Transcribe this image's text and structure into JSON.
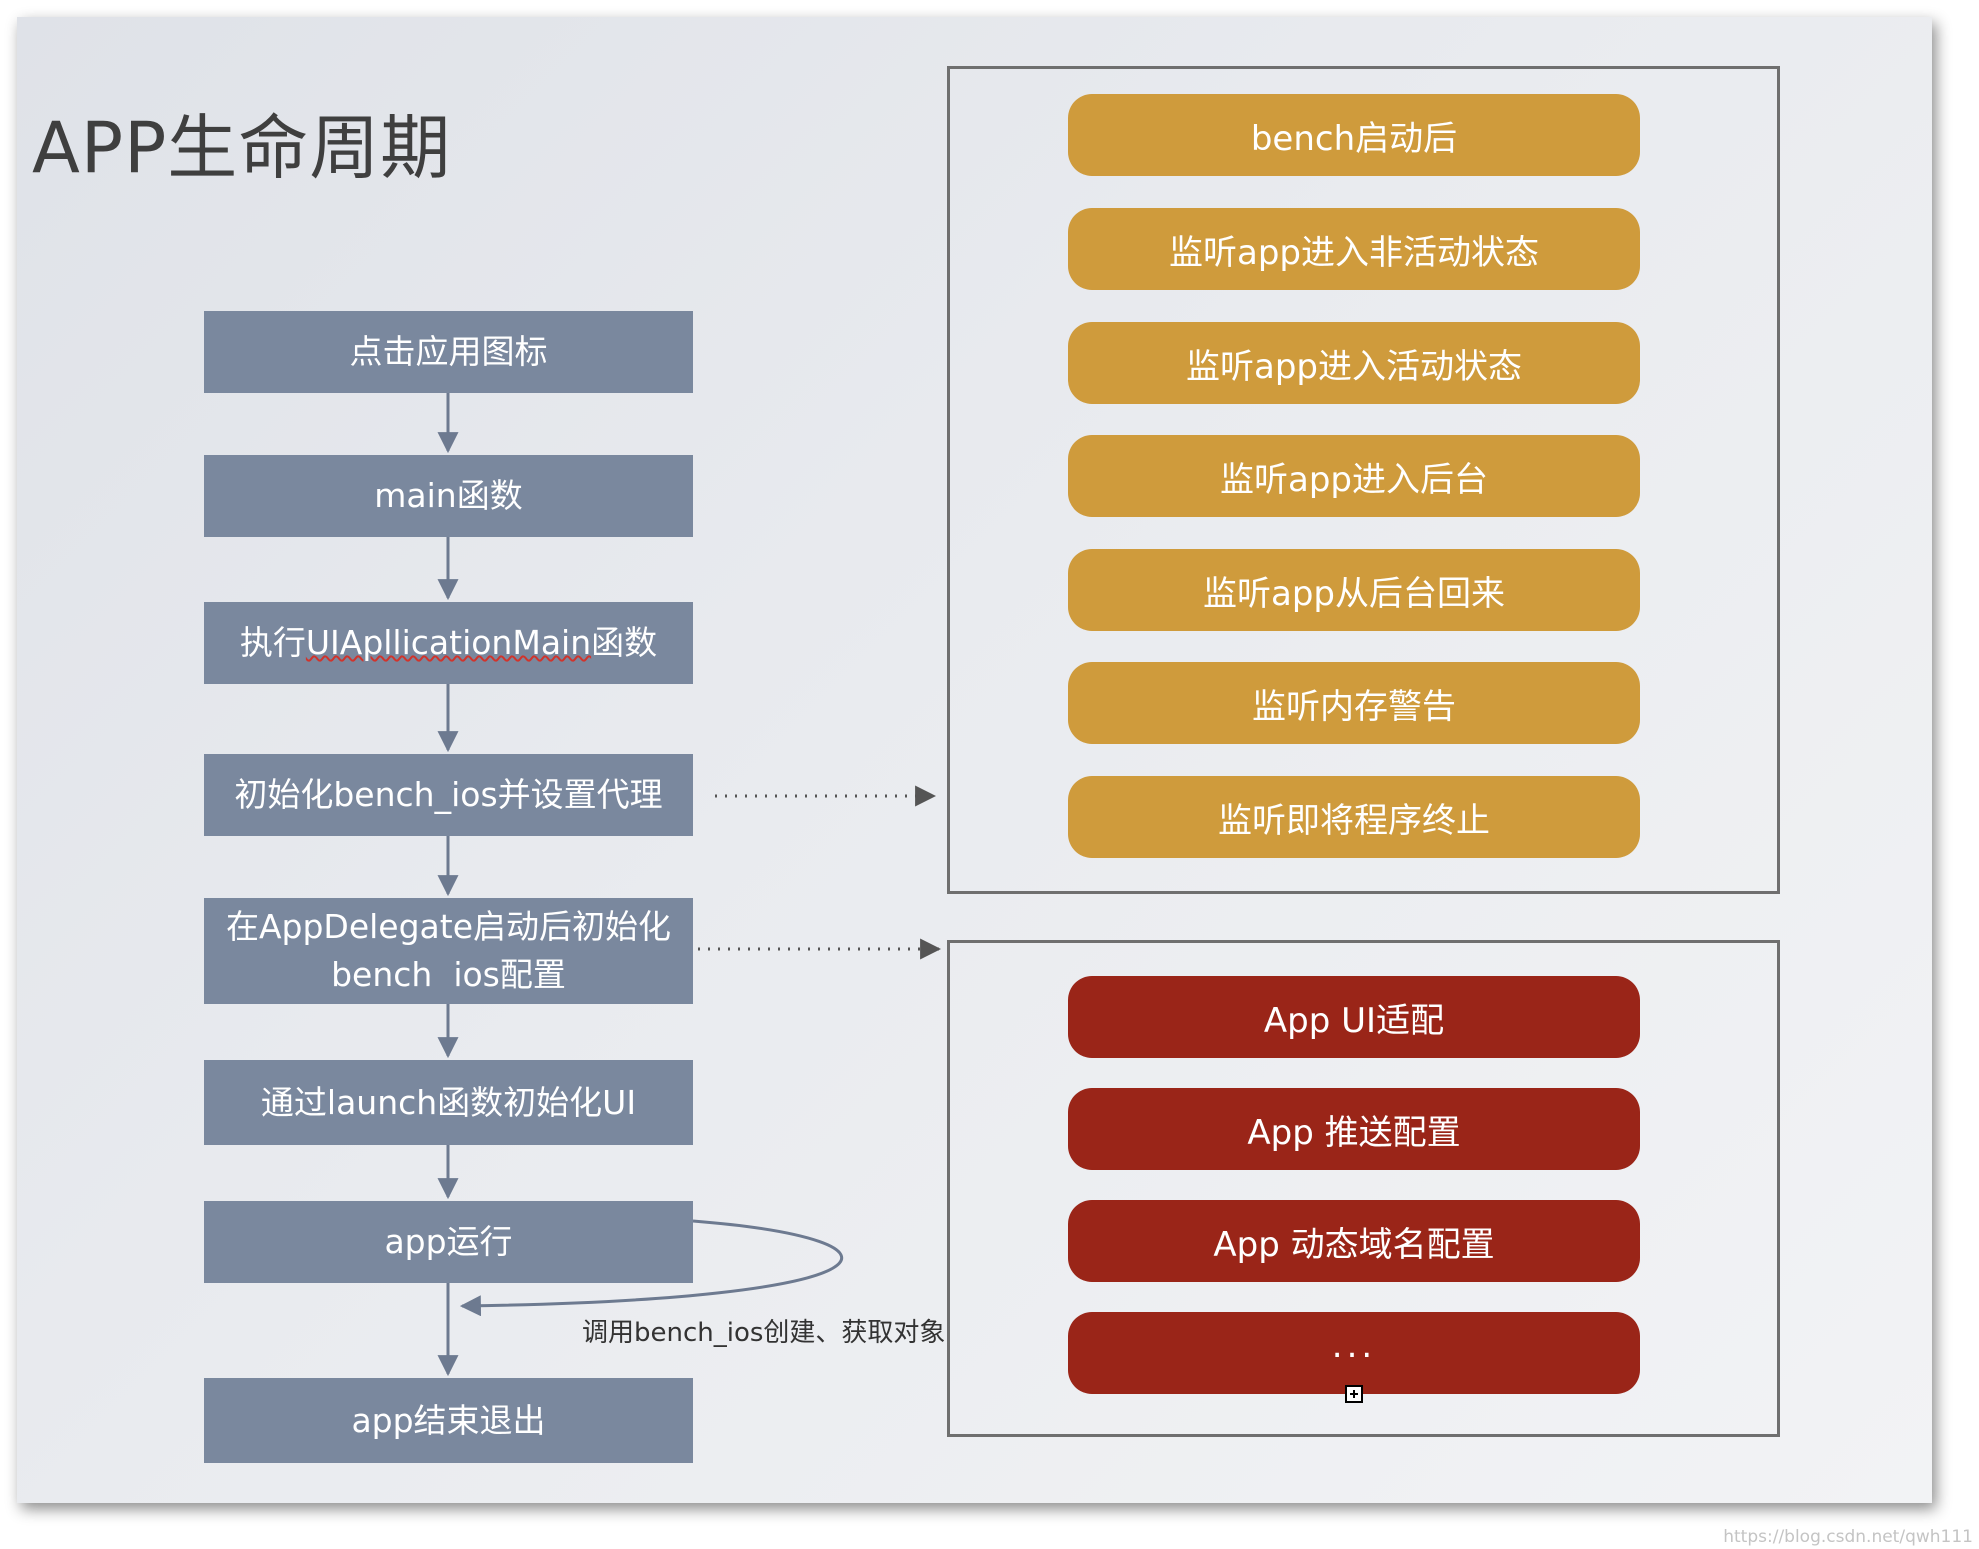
{
  "title": "APP生命周期",
  "flow": [
    {
      "id": "tap",
      "label": "点击应用图标"
    },
    {
      "id": "main",
      "label": "main函数"
    },
    {
      "id": "uiapp",
      "label_prefix": "执行",
      "label_mark": "UIApllicationMain",
      "label_suffix": "函数"
    },
    {
      "id": "init",
      "label": "初始化bench_ios并设置代理"
    },
    {
      "id": "config",
      "line1": "在AppDelegate启动后初始化",
      "line2": "bench  ios配置"
    },
    {
      "id": "launch",
      "label": "通过launch函数初始化UI"
    },
    {
      "id": "run",
      "label": "app运行"
    },
    {
      "id": "exit",
      "label": "app结束退出"
    }
  ],
  "loop_note": "调用bench_ios创建、获取对象",
  "delegate_panel": {
    "items": [
      "bench启动后",
      "监听app进入非活动状态",
      "监听app进入活动状态",
      "监听app进入后台",
      "监听app从后台回来",
      "监听内存警告",
      "监听即将程序终止"
    ]
  },
  "config_panel": {
    "items": [
      "App UI适配",
      "App 推送配置",
      "App 动态域名配置",
      "..."
    ]
  },
  "colors": {
    "flow_box": "#7a889e",
    "gold_pill": "#cf9b3c",
    "red_pill": "#9a2518",
    "arrow": "#6d7a90",
    "panel_border": "#6f6f6f"
  },
  "watermark": "https://blog.csdn.net/qwh111"
}
